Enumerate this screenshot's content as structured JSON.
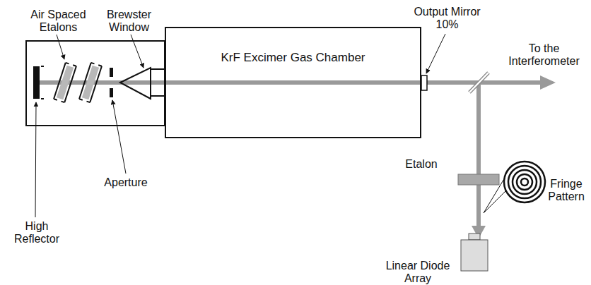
{
  "diagram": {
    "nodes": [
      {
        "text": [
          "KrF Excimer Gas Chamber"
        ]
      }
    ],
    "labels": [
      "Air Spaced Etalons",
      "Brewster Window",
      "Output Mirror 10%",
      "To the Interferometer",
      "High Reflector",
      "Aperture",
      "Etalon",
      "Fringe Pattern",
      "Linear Diode Array"
    ]
  }
}
